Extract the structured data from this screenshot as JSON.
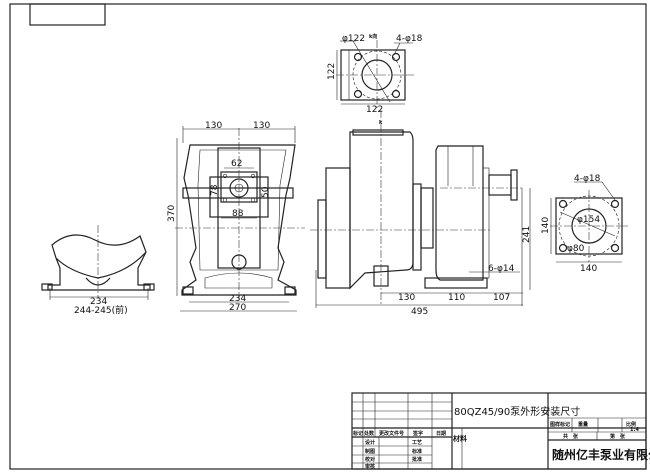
{
  "drawing": {
    "top_flange": {
      "k_label": "k向",
      "dia": "φ122",
      "holes": "4-φ18",
      "height": "122",
      "width": "122",
      "k_arrow": "k"
    },
    "front_view": {
      "half_left": "130",
      "half_right": "130",
      "height": "370",
      "d62": "62",
      "d78": "78",
      "d50": "50",
      "d88": "88",
      "d234": "234",
      "d270": "270"
    },
    "base_view": {
      "d234": "234",
      "d244": "244-245(前)"
    },
    "side_view": {
      "d130": "130",
      "d110": "110",
      "d107": "107",
      "d495": "495",
      "d241": "241",
      "bolts": "6-φ14"
    },
    "outlet_flange": {
      "holes": "4-φ18",
      "dia_outer": "φ154",
      "dia_inner": "φ80",
      "height": "140",
      "width": "140"
    }
  },
  "title_block": {
    "title": "80QZ45/90泵外形安装尺寸",
    "material_label": "材料",
    "company": "随州亿丰泵业有限公司",
    "headers": [
      "标记",
      "处数",
      "更改文件号",
      "签字",
      "日期"
    ],
    "roles_left": [
      "设计",
      "制图",
      "校对",
      "审核"
    ],
    "roles_right": [
      "工艺",
      "标准",
      "批准"
    ],
    "right_headers": [
      "图样标记",
      "重量",
      "比例"
    ],
    "scale": "1:4",
    "sheets_total": "共　张",
    "sheet_no": "第　张"
  }
}
